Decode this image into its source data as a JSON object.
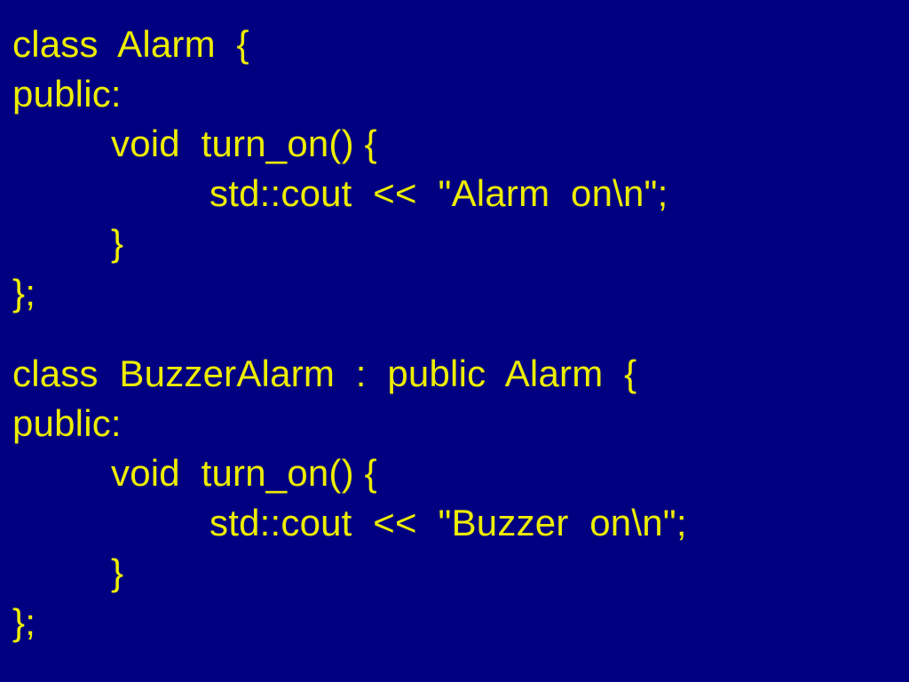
{
  "slide": {
    "background_color": "#010081",
    "text_color": "#eded00",
    "title": "",
    "blocks": [
      {
        "name": "base-class-alarm",
        "lines": [
          {
            "indent": 0,
            "text": "class  Alarm  {"
          },
          {
            "indent": 0,
            "text": "public:"
          },
          {
            "indent": 1,
            "text": "void  turn_on() {"
          },
          {
            "indent": 2,
            "text": "std::cout  <<  \"Alarm  on\\n\";"
          },
          {
            "indent": 1,
            "text": "}"
          },
          {
            "indent": 0,
            "text": "};"
          }
        ]
      },
      {
        "name": "derived-class-buzzeralarm",
        "lines": [
          {
            "indent": 0,
            "text": "class  BuzzerAlarm  :  public  Alarm  {"
          },
          {
            "indent": 0,
            "text": "public:"
          },
          {
            "indent": 1,
            "text": "void  turn_on() {"
          },
          {
            "indent": 2,
            "text": "std::cout  <<  \"Buzzer  on\\n\";"
          },
          {
            "indent": 1,
            "text": "}"
          },
          {
            "indent": 0,
            "text": "};"
          }
        ]
      }
    ]
  }
}
